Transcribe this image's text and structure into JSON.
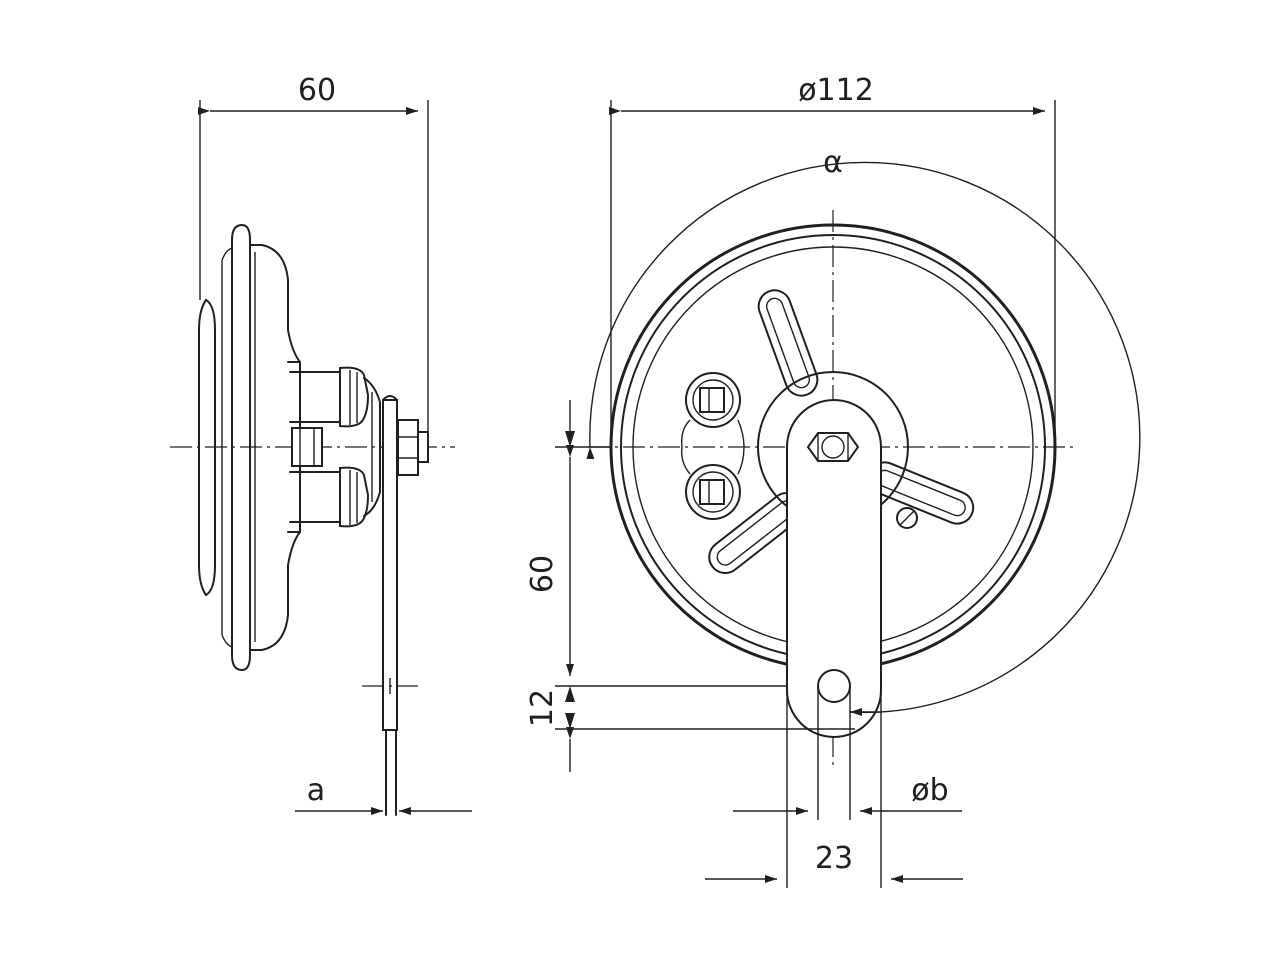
{
  "side_view": {
    "width_label": "60",
    "bracket_thickness_label": "a"
  },
  "front_view": {
    "diameter_label": "ø112",
    "angle_label": "α",
    "bracket_length_label": "60",
    "hole_offset_label": "12",
    "bracket_width_label": "23",
    "hole_diameter_label": "øb"
  },
  "colors": {
    "line": "#231f20",
    "background": "#ffffff"
  }
}
